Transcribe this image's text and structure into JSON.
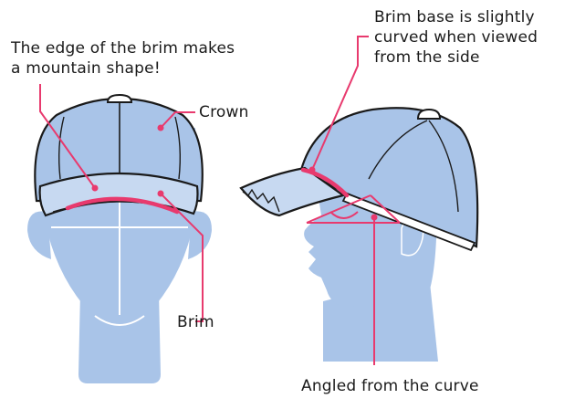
{
  "labels": {
    "mountain": "The edge of the brim makes\na mountain shape!",
    "crown": "Crown",
    "brim": "Brim",
    "curved": "Brim base is slightly\ncurved when viewed\nfrom the side",
    "angled": "Angled from the curve"
  },
  "colors": {
    "fill": "#a9c4e8",
    "line": "#1a1a1a",
    "accent": "#e83a6e"
  }
}
